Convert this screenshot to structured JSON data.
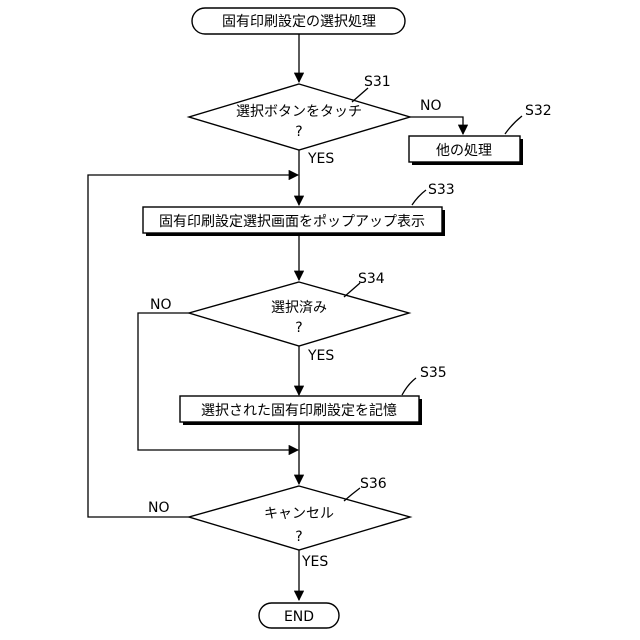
{
  "nodes": {
    "start": "固有印刷設定の選択処理",
    "s31_line1": "選択ボタンをタッチ",
    "s31_line2": "?",
    "s32": "他の処理",
    "s33": "固有印刷設定選択画面をポップアップ表示",
    "s34_line1": "選択済み",
    "s34_line2": "?",
    "s35": "選択された固有印刷設定を記憶",
    "s36_line1": "キャンセル",
    "s36_line2": "?",
    "end": "END"
  },
  "steps": {
    "s31": "S31",
    "s32": "S32",
    "s33": "S33",
    "s34": "S34",
    "s35": "S35",
    "s36": "S36"
  },
  "branches": {
    "s31_no": "NO",
    "s31_yes": "YES",
    "s34_no": "NO",
    "s34_yes": "YES",
    "s36_no": "NO",
    "s36_yes": "YES"
  }
}
